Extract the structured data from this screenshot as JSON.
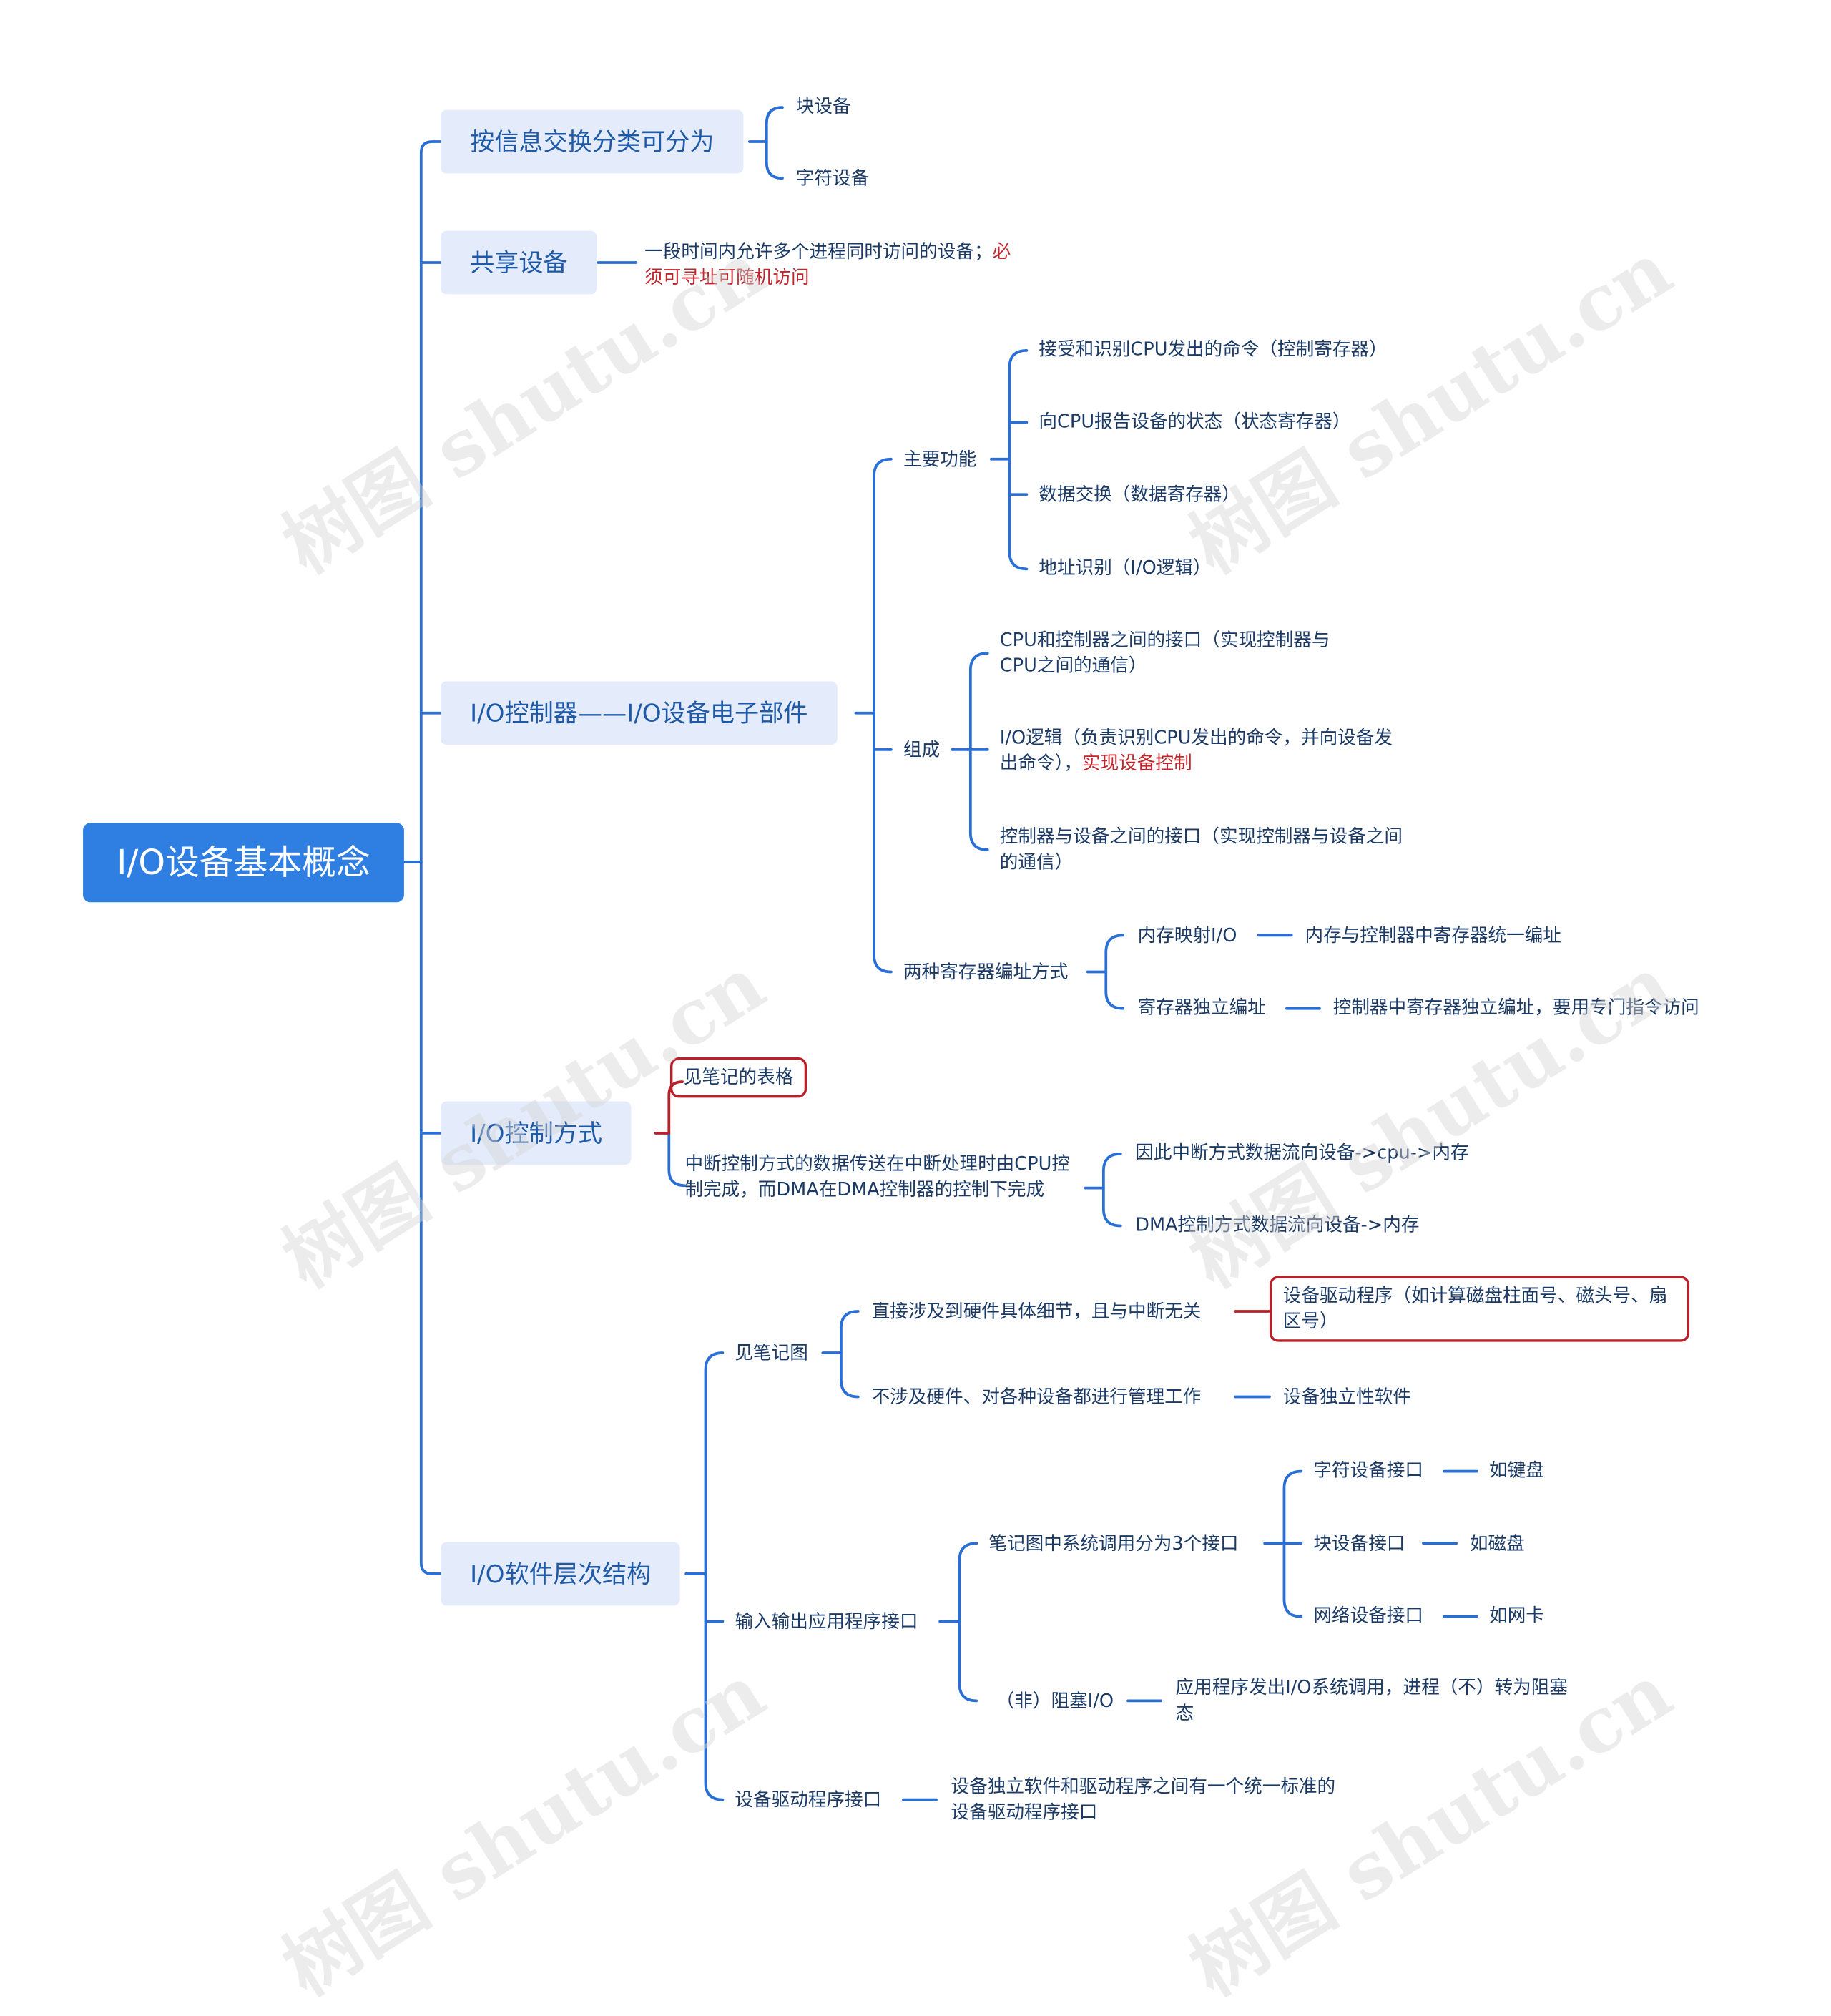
{
  "root": "I/O设备基本概念",
  "branches": {
    "b1": {
      "label": "按信息交换分类可分为",
      "children": [
        "块设备",
        "字符设备"
      ]
    },
    "b2": {
      "label": "共享设备",
      "desc_normal": "一段时间内允许多个进程同时访问的设备；",
      "desc_red_1": "必",
      "desc_red_2": "须可寻址可随机访问"
    },
    "b3": {
      "label": "I/O控制器——I/O设备电子部件",
      "functions": {
        "label": "主要功能",
        "items": [
          "接受和识别CPU发出的命令（控制寄存器）",
          "向CPU报告设备的状态（状态寄存器）",
          "数据交换（数据寄存器）",
          "地址识别（I/O逻辑）"
        ]
      },
      "composition": {
        "label": "组成",
        "item1": "CPU和控制器之间的接口（实现控制器与CPU之间的通信）",
        "item2_normal": "I/O逻辑（负责识别CPU发出的命令，并向设备发出命令），",
        "item2_red": "实现设备控制",
        "item3": "控制器与设备之间的接口（实现控制器与设备之间的通信）"
      },
      "addressing": {
        "label": "两种寄存器编址方式",
        "items": [
          {
            "name": "内存映射I/O",
            "desc": "内存与控制器中寄存器统一编址"
          },
          {
            "name": "寄存器独立编址",
            "desc": "控制器中寄存器独立编址，要用专门指令访问"
          }
        ]
      }
    },
    "b4": {
      "label": "I/O控制方式",
      "note": "见笔记的表格",
      "detail": "中断控制方式的数据传送在中断处理时由CPU控制完成，而DMA在DMA控制器的控制下完成",
      "flows": [
        "因此中断方式数据流向设备->cpu->内存",
        "DMA控制方式数据流向设备->内存"
      ]
    },
    "b5": {
      "label": "I/O软件层次结构",
      "see": {
        "label": "见笔记图",
        "hw": "直接涉及到硬件具体细节，且与中断无关",
        "hw_result": "设备驱动程序（如计算磁盘柱面号、磁头号、扇区号）",
        "sw": "不涉及硬件、对各种设备都进行管理工作",
        "sw_result": "设备独立性软件"
      },
      "app": {
        "label": "输入输出应用程序接口",
        "syscall": {
          "label": "笔记图中系统调用分为3个接口",
          "items": [
            {
              "name": "字符设备接口",
              "example": "如键盘"
            },
            {
              "name": "块设备接口",
              "example": "如磁盘"
            },
            {
              "name": "网络设备接口",
              "example": "如网卡"
            }
          ]
        },
        "blocking": {
          "label": "（非）阻塞I/O",
          "desc": "应用程序发出I/O系统调用，进程（不）转为阻塞态"
        }
      },
      "driver": {
        "label": "设备驱动程序接口",
        "desc": "设备独立软件和驱动程序之间有一个统一标准的设备驱动程序接口"
      }
    }
  },
  "watermark": "树图 shutu.cn",
  "colors": {
    "root_bg": "#2f7fe3",
    "main_bg": "#e4ebfa",
    "main_text": "#1f5aa8",
    "line": "#2a6fd6",
    "red": "#b8212a"
  }
}
